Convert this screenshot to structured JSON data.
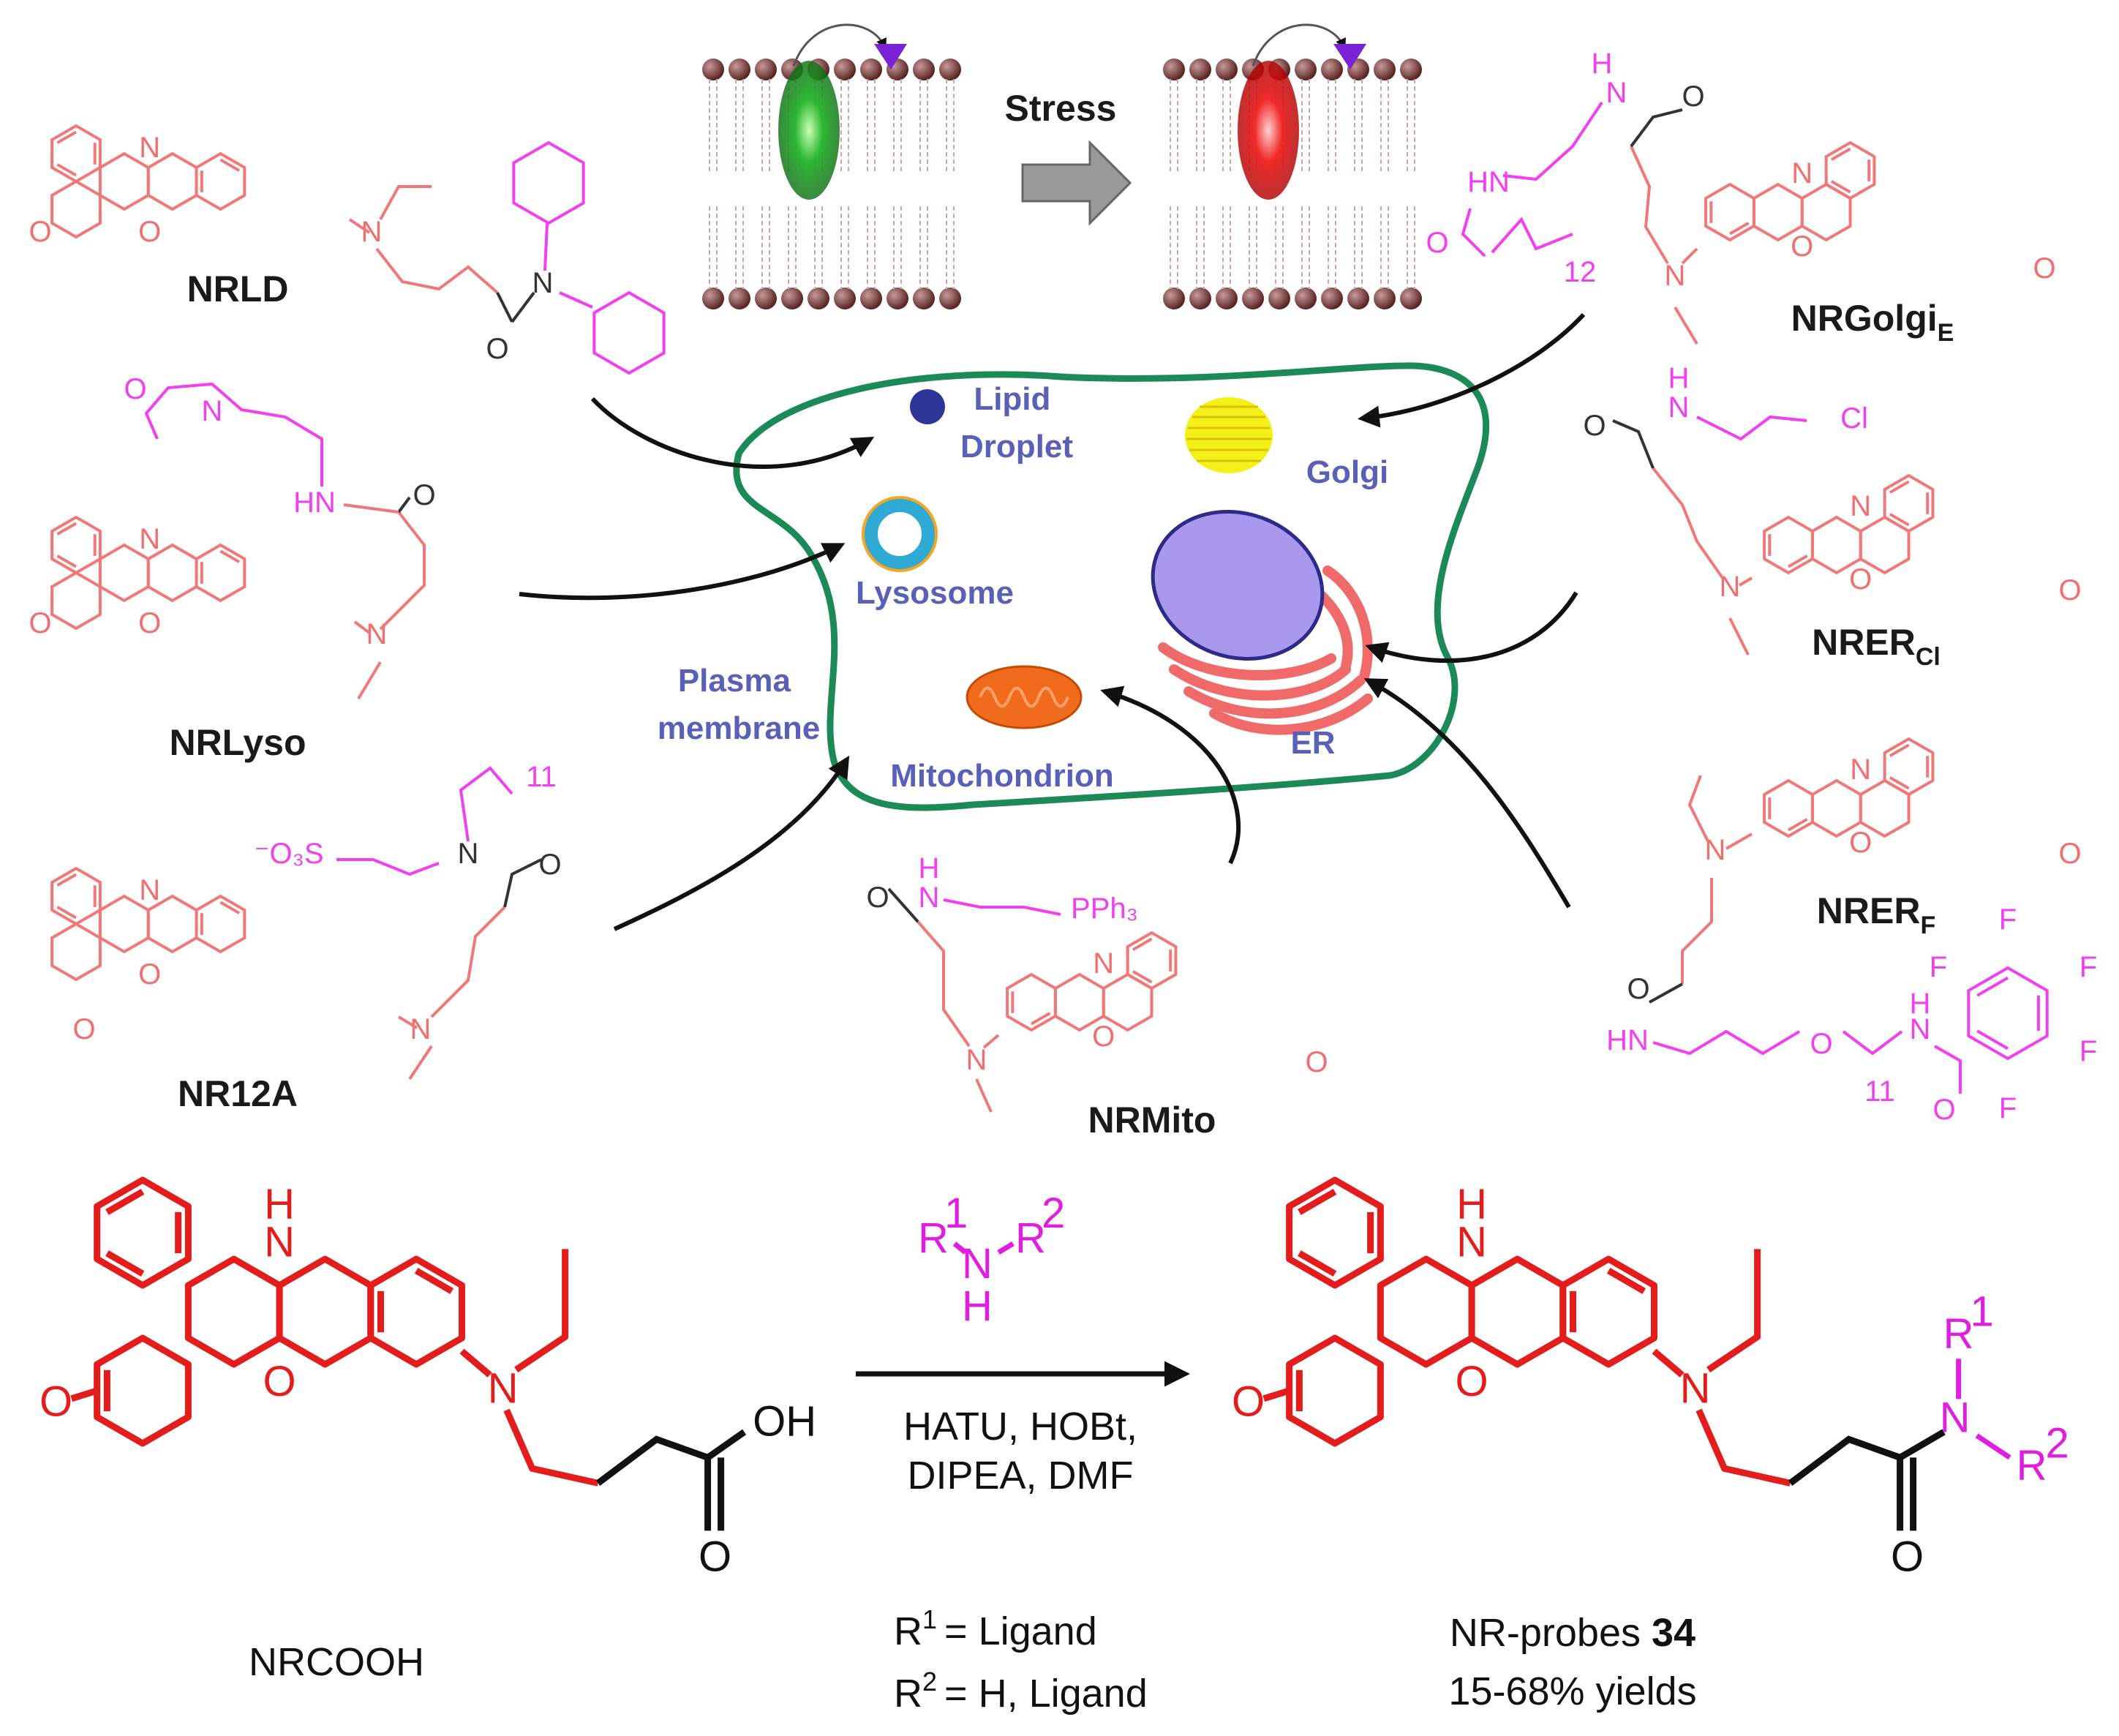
{
  "membrane_panel": {
    "stress_label": "Stress"
  },
  "cell": {
    "lipid_droplet": "Lipid\nDroplet",
    "golgi": "Golgi",
    "lysosome": "Lysosome",
    "plasma_membrane": "Plasma\nmembrane",
    "mitochondrion": "Mitochondrion",
    "er": "ER"
  },
  "probes": {
    "nrld": "NRLD",
    "nrlyso": "NRLyso",
    "nr12a": "NR12A",
    "nrmito": "NRMito",
    "nrgolgi": "NRGolgi",
    "nrgolgi_sub": "E",
    "nrer_cl": "NRER",
    "nrer_cl_sub": "Cl",
    "nrer_f": "NRER",
    "nrer_f_sub": "F"
  },
  "reaction": {
    "reactant_label": "NRCOOH",
    "amine_r1": "R",
    "amine_r1_sup": "1",
    "amine_r2": "R",
    "amine_r2_sup": "2",
    "amine_n": "N",
    "amine_h": "H",
    "conditions_line1": "HATU, HOBt,",
    "conditions_line2": "DIPEA, DMF",
    "r1_def": "= Ligand",
    "r2_def": "= H, Ligand",
    "product_label_text": "NR-probes ",
    "product_label_num": "34",
    "product_yield": "15-68% yields"
  }
}
